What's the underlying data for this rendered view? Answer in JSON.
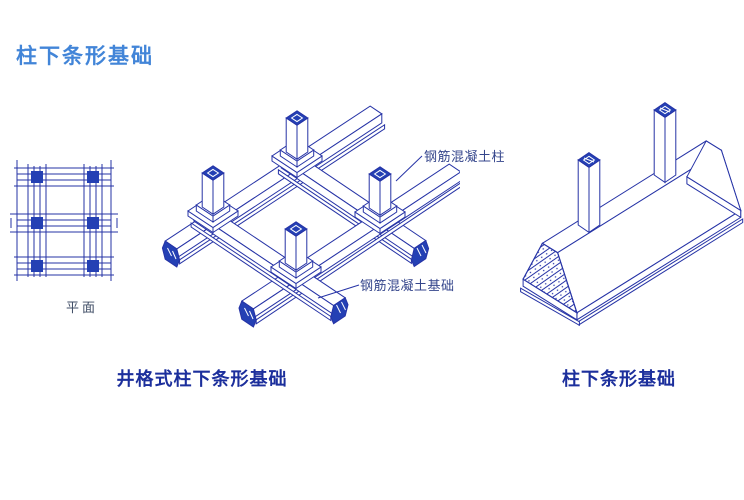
{
  "slide": {
    "title": "柱下条形基础"
  },
  "plan_view": {
    "label": "平面"
  },
  "grid_foundation": {
    "caption": "井格式柱下条形基础",
    "annotation_column": "钢筋混凝土柱",
    "annotation_footing": "钢筋混凝土基础"
  },
  "strip_foundation": {
    "caption": "柱下条形基础"
  },
  "colors": {
    "title_blue": "#4285d8",
    "caption_navy": "#1c2f9c",
    "line_blue": "#2633a6",
    "fill_blue": "#2440b4",
    "annotation_blue": "#35468c",
    "plan_label_gray": "#3f4d66"
  }
}
